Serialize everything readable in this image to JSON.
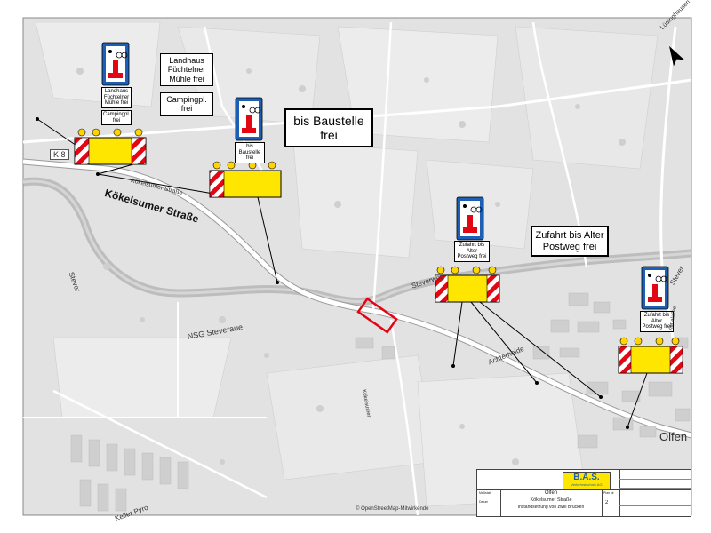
{
  "colors": {
    "map_bg": "#e2e2e2",
    "field_light": "#ebebeb",
    "road": "#ffffff",
    "water": "#bdbdbd",
    "sign_blue": "#1d5fb4",
    "barrier_red": "#e30613",
    "barrier_yellow": "#ffe600",
    "lamp_yellow": "#ffd400",
    "marker_red": "#e30613"
  },
  "signs": {
    "landhaus": "Landhaus Füchtelner Mühle frei",
    "campingpl": "Campingpl. frei",
    "bis_baustelle": "bis Baustelle frei",
    "zufahrt": "Zufahrt bis Alter Postweg frei"
  },
  "plates": {
    "plate1a": "Landhaus Füchtelner Mühle frei",
    "plate1b": "Campingpl. frei",
    "plate2": "bis Baustelle frei",
    "plate3": "Zufahrt bis Alter Postweg frei",
    "plate4": "Zufahrt bis Alter Postweg frei"
  },
  "map_labels": {
    "k8": "K 8",
    "kokelsumer_small": "Kökelsumer Straße",
    "kokelsumer_big": "Kökelsumer Straße",
    "stever_1": "Stever",
    "stever_2": "Steverweg",
    "stever_3": "Stever",
    "nsg": "NSG Steveraue",
    "achterheide": "Achterheide",
    "olfen": "Olfen",
    "keller_pyro": "Keller Pyro",
    "ludinghausen": "Lüdinghausen",
    "kokelsumer_lower": "Kökelsumer",
    "kanalallee": "Kanalallee",
    "copyright": "© OpenStreetMap-Mitwirkende"
  },
  "title_block": {
    "company": "B.A.S.",
    "company_sub": "Verkehrstechnik AG",
    "project": "Olfen",
    "street": "Kökelsumer Straße",
    "description": "Instandsetzung von zwei Brücken",
    "plan_label": "Plan Nr.",
    "plan_no": "2",
    "maßstab_label": "Maßstab",
    "datum_label": "Datum"
  },
  "north_arrow": "N"
}
